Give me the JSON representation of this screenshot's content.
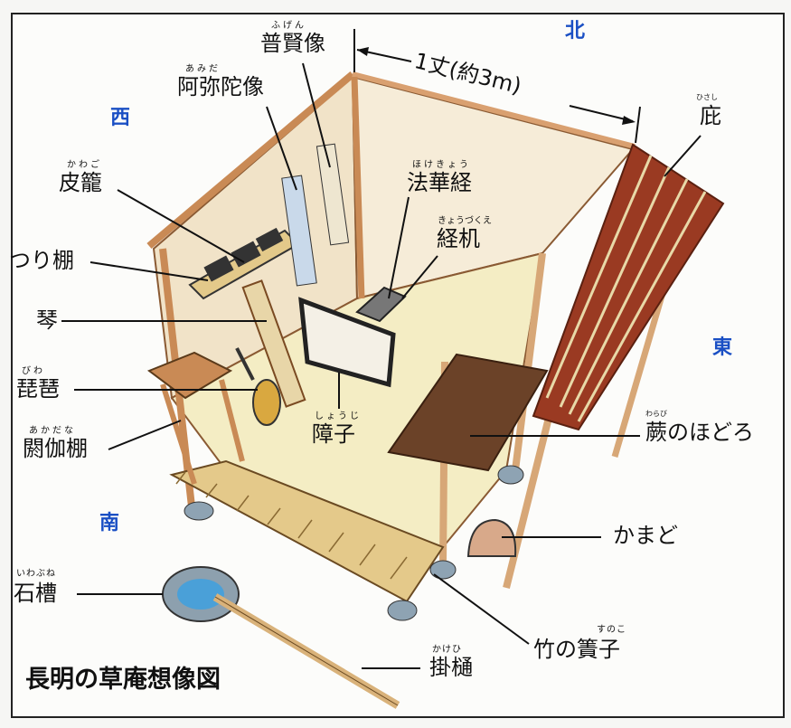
{
  "title": "長明の草庵想像図",
  "directions": {
    "north": "北",
    "south": "南",
    "east": "東",
    "west": "西"
  },
  "dimension": "1丈(約3m)",
  "labels": [
    {
      "text": "普賢像",
      "reading": "ふげん"
    },
    {
      "text": "阿弥陀像",
      "reading": "あみだ"
    },
    {
      "text": "庇",
      "reading": "ひさし"
    },
    {
      "text": "皮籠",
      "reading": "かわご"
    },
    {
      "text": "法華経",
      "reading": "ほけきょう"
    },
    {
      "text": "経机",
      "reading": "きょうづくえ"
    },
    {
      "text": "つり棚",
      "reading": ""
    },
    {
      "text": "琴",
      "reading": ""
    },
    {
      "text": "琵琶",
      "reading": "びわ"
    },
    {
      "text": "障子",
      "reading": "しょうじ"
    },
    {
      "text": "閼伽棚",
      "reading": "あかだな"
    },
    {
      "text": "蕨のほどろ",
      "reading": "わらび"
    },
    {
      "text": "かまど",
      "reading": ""
    },
    {
      "text": "石槽",
      "reading": "いわぶね"
    },
    {
      "text": "竹の簀子",
      "reading": "すのこ"
    },
    {
      "text": "掛樋",
      "reading": "かけひ"
    }
  ],
  "colors": {
    "wood": "#c98a55",
    "wall": "#f3e7cf",
    "eave": "#9a3a22",
    "direction": "#1a4fc4"
  }
}
